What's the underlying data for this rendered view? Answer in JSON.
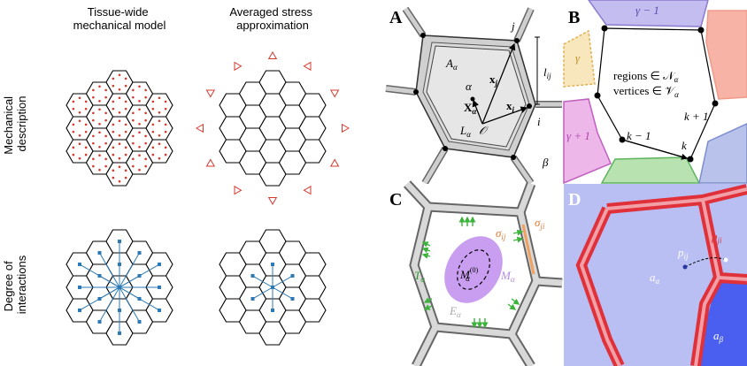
{
  "left": {
    "col_headers": [
      "Tissue-wide\nmechanical model",
      "Averaged stress\napproximation"
    ],
    "row_labels": [
      "Mechanical\ndescription",
      "Degree of\ninteractions"
    ]
  },
  "panels": {
    "A": {
      "letter": "A",
      "labels": [
        "j",
        "A",
        "α",
        "l",
        "ij",
        "x",
        "j",
        "α",
        "X",
        "α",
        "x",
        "i",
        "L",
        "α",
        "O",
        "i",
        "β"
      ]
    },
    "B": {
      "letter": "B",
      "gamma_minus_1": "γ − 1",
      "gamma": "γ",
      "gamma_plus_1": "γ + 1",
      "regions_text": "regions ∈ 𝒩",
      "regions_sub": "α",
      "vertices_text": "vertices ∈ 𝒱",
      "vertices_sub": "α",
      "k_plus_1": "k + 1",
      "k_minus_1": "k − 1",
      "k": "k"
    },
    "C": {
      "letter": "C",
      "sigma_ij": "σ",
      "sigma_ij_sub": "ij",
      "sigma_ji": "σ",
      "sigma_ji_sub": "ji",
      "T": "T",
      "T_sub": "α",
      "M0": "M",
      "M0_sup": "(0)",
      "M0_sub": "α",
      "M": "M",
      "M_sub": "α",
      "E": "E",
      "E_sub": "α"
    },
    "D": {
      "letter": "D",
      "p_ij": "p",
      "p_ij_sub": "ij",
      "p_ji": "p",
      "p_ji_sub": "ji",
      "a_alpha": "a",
      "a_alpha_sub": "α",
      "a_beta": "a",
      "a_beta_sub": "β"
    }
  },
  "colors": {
    "hex_edge": "#000000",
    "red_marker": "#d63a2f",
    "blue_network": "#2c79b5",
    "panel_b_purple": "#8c7ad0",
    "panel_b_salmon": "#f09a88",
    "panel_b_yellow": "#f4dca0",
    "panel_b_magenta": "#e5a9e0",
    "panel_b_green": "#a8d9a0",
    "panel_b_blue": "#a9b6e2",
    "panel_c_ellipse": "#c08cec",
    "panel_c_green_arrow": "#3bb33b",
    "panel_c_orange": "#f0a060",
    "panel_d_bg": "#b9bff2",
    "panel_d_red": "#e0303a",
    "panel_d_pink": "#f1a0a8",
    "panel_d_dark_blue": "#4a5ef0"
  }
}
